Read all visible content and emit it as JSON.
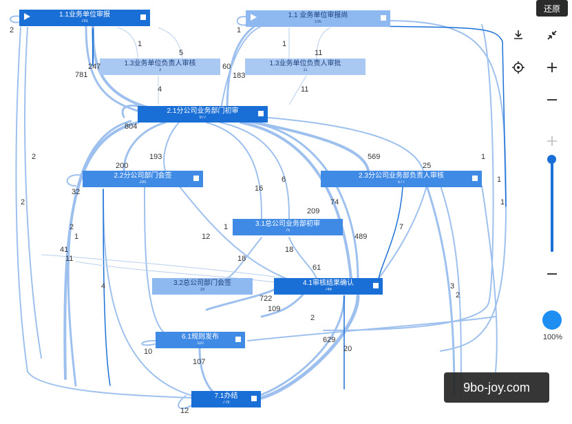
{
  "nodes": {
    "n11a": {
      "label": "1.1业务单位审报",
      "count": "791"
    },
    "n11b": {
      "label": "1.1 业务单位审报尚",
      "count": "195"
    },
    "n13a": {
      "label": "1.3业务单位负责人审核",
      "count": "3"
    },
    "n13b": {
      "label": "1.3业务单位负责人审批",
      "count": "11"
    },
    "n21": {
      "label": "2.1分公司业务部门初审",
      "count": "977"
    },
    "n22": {
      "label": "2.2分公司部门会签",
      "count": "200"
    },
    "n23": {
      "label": "2.3分公司业务部负责人审核",
      "count": "577"
    },
    "n31": {
      "label": "3.1总公司业务部初审",
      "count": "75"
    },
    "n32": {
      "label": "3.2总公司部门会签",
      "count": "18"
    },
    "n41": {
      "label": "4.1审核结果确认",
      "count": "746"
    },
    "n61": {
      "label": "6.1规则发布",
      "count": "110"
    },
    "n71": {
      "label": "7.1办结",
      "count": "779"
    }
  },
  "edge_labels": {
    "e2a": "2",
    "e1a": "1",
    "e5": "5",
    "e1b": "1",
    "e11a": "11",
    "e247": "247",
    "e781": "781",
    "e60": "60",
    "e183": "183",
    "e4": "4",
    "e11b": "11",
    "e804": "804",
    "e2b": "2",
    "e200": "200",
    "e193": "193",
    "e569": "569",
    "e25": "25",
    "e1c": "1",
    "e32": "32",
    "e2c": "2",
    "e16": "16",
    "e6": "6",
    "e209": "209",
    "e74": "74",
    "e1d": "1",
    "e2d": "2",
    "e1e": "1",
    "e1f": "1",
    "e41": "41",
    "e1g": "1",
    "e11c": "11",
    "e12": "12",
    "e489": "489",
    "e7": "7",
    "e18a": "18",
    "e18b": "18",
    "e61": "61",
    "e4b": "4",
    "e722": "722",
    "e109": "109",
    "e3": "3",
    "e2e": "2",
    "e2f": "2",
    "e629": "629",
    "e10": "10",
    "e107": "107",
    "e20": "20",
    "e12b": "12",
    "e1h": "1"
  },
  "toolbar": {
    "restore_tip": "还原",
    "zoom_percent": "100%",
    "zoom_level": 1.0
  },
  "watermark": "9bo-joy.com",
  "colors": {
    "dark": "#1a6fd6",
    "mid": "#3f8ae5",
    "light": "#8db8f0",
    "edge": "#9dc0ee"
  }
}
